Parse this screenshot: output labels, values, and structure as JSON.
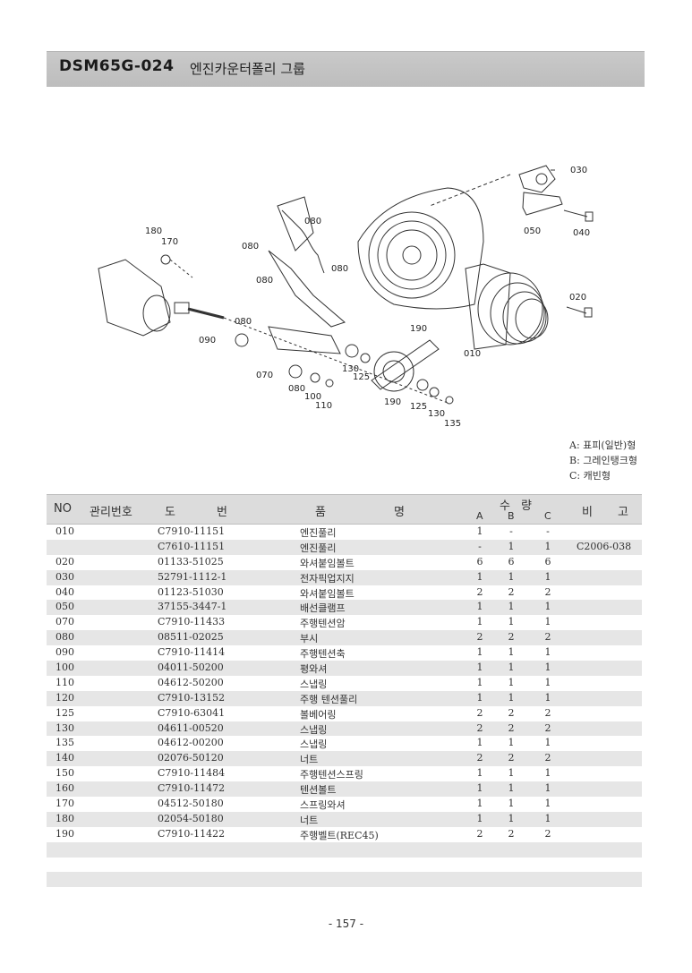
{
  "header": {
    "code": "DSM65G-024",
    "title": "엔진카운터폴리 그룹"
  },
  "diagram": {
    "labels": {
      "l030": "030",
      "l050": "050",
      "l040": "040",
      "l020": "020",
      "l010": "010",
      "l080a": "080",
      "l080b": "080",
      "l080c": "080",
      "l080d": "080",
      "l080e": "080",
      "l080f": "080",
      "l180": "180",
      "l170": "170",
      "l090": "090",
      "l070": "070",
      "l100": "100",
      "l110": "110",
      "l130a": "130",
      "l125a": "125",
      "l190a": "190",
      "l190b": "190",
      "l125b": "125",
      "l130b": "130",
      "l135": "135"
    }
  },
  "legend": {
    "a": "A: 표피(일반)형",
    "b": "B: 그레인탱크형",
    "c": "C: 캐빈형"
  },
  "table": {
    "headers": {
      "no": "NO",
      "mgmt": "관리번호",
      "do": "도",
      "beon": "번",
      "pum": "품",
      "myeong": "명",
      "su": "수",
      "ryang": "량",
      "a": "A",
      "b": "B",
      "c": "C",
      "bi": "비",
      "go": "고"
    },
    "rows": [
      {
        "no": "010",
        "part": "C7910-11151",
        "name": "엔진풀리",
        "a": "1",
        "b": "-",
        "c": "-",
        "note": ""
      },
      {
        "no": "",
        "part": "C7610-11151",
        "name": "엔진풀리",
        "a": "-",
        "b": "1",
        "c": "1",
        "note": "C2006-038"
      },
      {
        "no": "020",
        "part": "01133-51025",
        "name": "와셔붙임볼트",
        "a": "6",
        "b": "6",
        "c": "6",
        "note": ""
      },
      {
        "no": "030",
        "part": "52791-1112-1",
        "name": "전자픽업지지",
        "a": "1",
        "b": "1",
        "c": "1",
        "note": ""
      },
      {
        "no": "040",
        "part": "01123-51030",
        "name": "와셔붙임볼트",
        "a": "2",
        "b": "2",
        "c": "2",
        "note": ""
      },
      {
        "no": "050",
        "part": "37155-3447-1",
        "name": "배선클램프",
        "a": "1",
        "b": "1",
        "c": "1",
        "note": ""
      },
      {
        "no": "070",
        "part": "C7910-11433",
        "name": "주행텐션암",
        "a": "1",
        "b": "1",
        "c": "1",
        "note": ""
      },
      {
        "no": "080",
        "part": "08511-02025",
        "name": "부시",
        "a": "2",
        "b": "2",
        "c": "2",
        "note": ""
      },
      {
        "no": "090",
        "part": "C7910-11414",
        "name": "주행텐션축",
        "a": "1",
        "b": "1",
        "c": "1",
        "note": ""
      },
      {
        "no": "100",
        "part": "04011-50200",
        "name": "평와셔",
        "a": "1",
        "b": "1",
        "c": "1",
        "note": ""
      },
      {
        "no": "110",
        "part": "04612-50200",
        "name": "스냅링",
        "a": "1",
        "b": "1",
        "c": "1",
        "note": ""
      },
      {
        "no": "120",
        "part": "C7910-13152",
        "name": "주행 텐션풀리",
        "a": "1",
        "b": "1",
        "c": "1",
        "note": ""
      },
      {
        "no": "125",
        "part": "C7910-63041",
        "name": "볼베어링",
        "a": "2",
        "b": "2",
        "c": "2",
        "note": ""
      },
      {
        "no": "130",
        "part": "04611-00520",
        "name": "스냅링",
        "a": "2",
        "b": "2",
        "c": "2",
        "note": ""
      },
      {
        "no": "135",
        "part": "04612-00200",
        "name": "스냅링",
        "a": "1",
        "b": "1",
        "c": "1",
        "note": ""
      },
      {
        "no": "140",
        "part": "02076-50120",
        "name": "너트",
        "a": "2",
        "b": "2",
        "c": "2",
        "note": ""
      },
      {
        "no": "150",
        "part": "C7910-11484",
        "name": "주행텐션스프링",
        "a": "1",
        "b": "1",
        "c": "1",
        "note": ""
      },
      {
        "no": "160",
        "part": "C7910-11472",
        "name": "텐션볼트",
        "a": "1",
        "b": "1",
        "c": "1",
        "note": ""
      },
      {
        "no": "170",
        "part": "04512-50180",
        "name": "스프링와셔",
        "a": "1",
        "b": "1",
        "c": "1",
        "note": ""
      },
      {
        "no": "180",
        "part": "02054-50180",
        "name": "너트",
        "a": "1",
        "b": "1",
        "c": "1",
        "note": ""
      },
      {
        "no": "190",
        "part": "C7910-11422",
        "name": "주행벨트(REC45)",
        "a": "2",
        "b": "2",
        "c": "2",
        "note": ""
      },
      {
        "no": "",
        "part": "",
        "name": "",
        "a": "",
        "b": "",
        "c": "",
        "note": ""
      },
      {
        "no": "",
        "part": "",
        "name": "",
        "a": "",
        "b": "",
        "c": "",
        "note": ""
      },
      {
        "no": "",
        "part": "",
        "name": "",
        "a": "",
        "b": "",
        "c": "",
        "note": ""
      }
    ]
  },
  "page_number": "- 157 -"
}
